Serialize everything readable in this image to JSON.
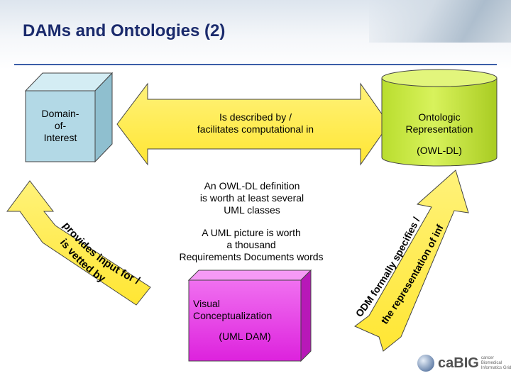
{
  "slide": {
    "title": "DAMs and Ontologies (2)"
  },
  "diagram": {
    "domain_box": "Domain-\nof-\nInterest",
    "top_arrow": "Is described by /\nfacilitates computational in",
    "ontology_cylinder_title": "Ontologic\nRepresentation",
    "ontology_cylinder_sub": "(OWL-DL)",
    "center_text_1": "An OWL-DL definition\nis worth at least several\nUML classes",
    "center_text_2": "A UML picture is worth\na thousand\nRequirements Documents words",
    "visual_box_title": "Visual\nConceptualization",
    "visual_box_sub": "(UML DAM)",
    "left_arrow_line1": "provides input for /",
    "left_arrow_line2": "is vetted by",
    "right_arrow_line1": "ODM formally specifies /",
    "right_arrow_line2": "the representation of informs"
  },
  "logo": {
    "name": "caBIG",
    "tagline": "cancer Biomedical Informatics Grid"
  },
  "colors": {
    "title": "#1a2a6c",
    "arrow_fill": "#ffee55",
    "box_blue": "#b3d9e6",
    "box_magenta": "#ee44ee",
    "cylinder_green": "#ccee44"
  }
}
